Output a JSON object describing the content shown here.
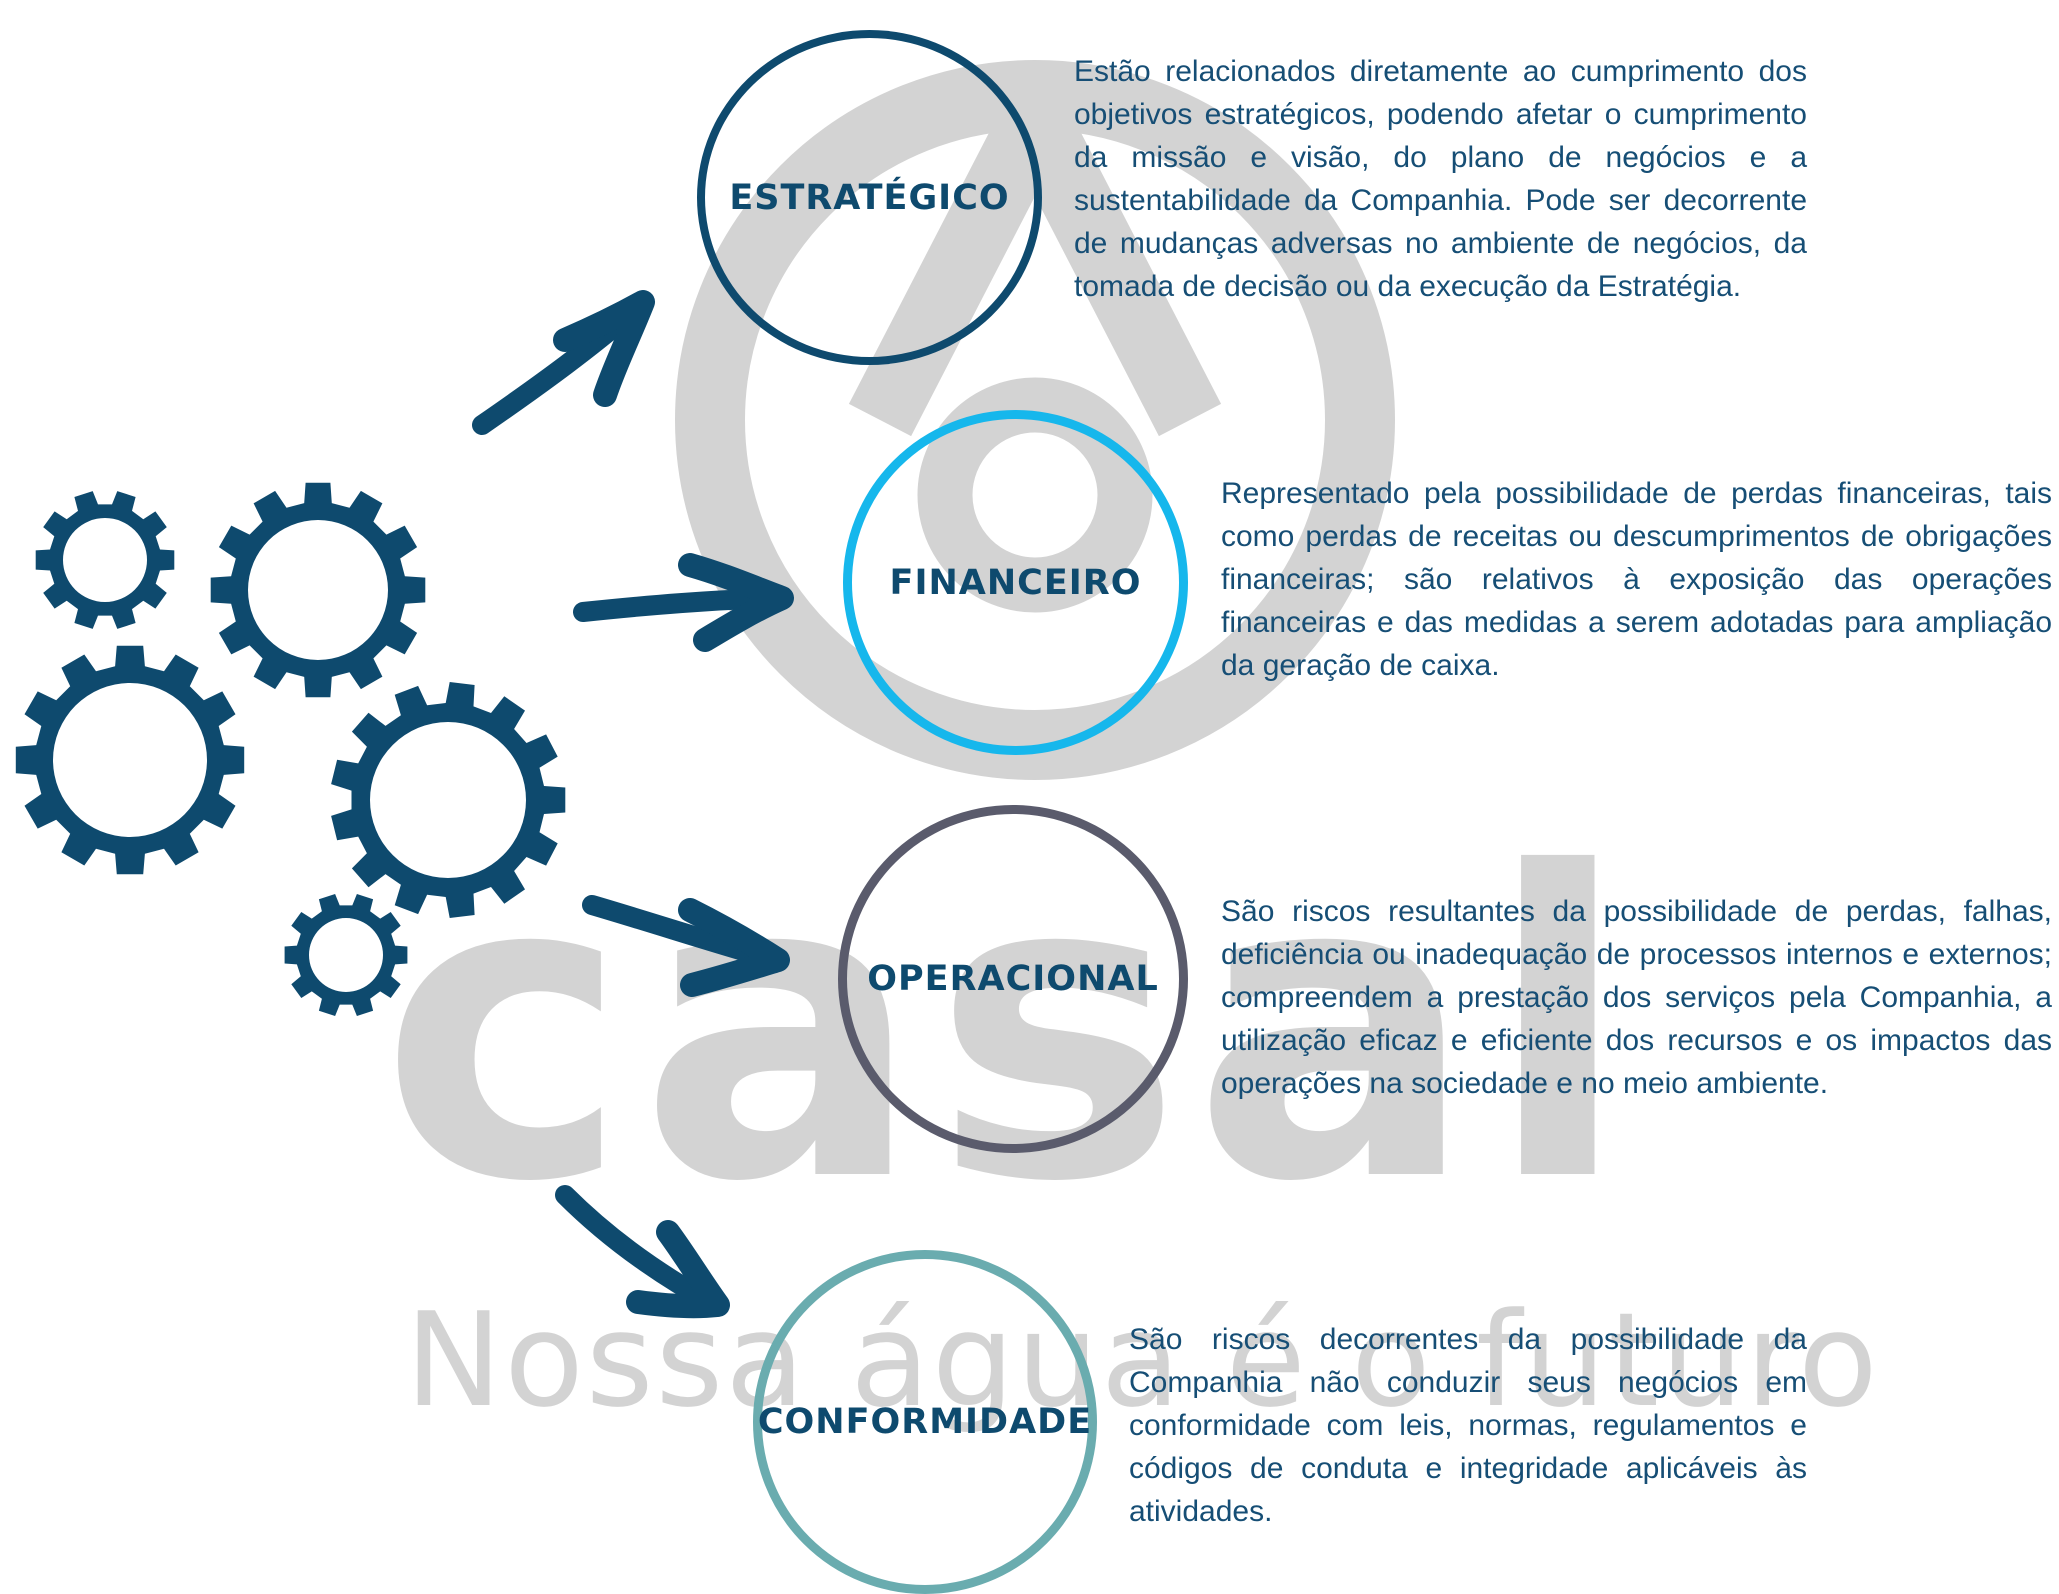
{
  "colors": {
    "dark_blue": "#0e4a6e",
    "light_blue": "#16b7ec",
    "slate": "#5a5b6c",
    "teal": "#6aacaf",
    "watermark": "#d3d3d3",
    "text": "#164e75"
  },
  "watermark": {
    "brand": "casal",
    "slogan": "Nossa água é o futuro"
  },
  "categories": [
    {
      "label": "ESTRATÉGICO",
      "description": "Estão relacionados diretamente ao cumprimento dos objetivos estratégicos, podendo afetar o cumprimento da missão e visão, do plano de negócios e a sustentabilidade da Companhia. Pode ser decorrente de mudanças adversas no ambiente de negócios, da tomada de decisão ou da execução da Estratégia."
    },
    {
      "label": "FINANCEIRO",
      "description": "Representado pela possibilidade de perdas financeiras, tais como perdas de receitas ou descumprimentos de obrigações financeiras; são relativos à exposição das operações financeiras e das medidas a serem adotadas para ampliação da geração de caixa."
    },
    {
      "label": "OPERACIONAL",
      "description": "São riscos resultantes da possibilidade de perdas, falhas, deficiência ou inadequação de processos internos e externos; compreendem a prestação dos serviços pela Companhia, a utilização eficaz e eficiente dos recursos e os impactos das operações na sociedade e no meio ambiente."
    },
    {
      "label": "CONFORMIDADE",
      "description": "São riscos decorrentes da possibilidade da Companhia não conduzir seus negócios em conformidade com leis, normas, regulamentos e códigos de conduta e integridade aplicáveis às atividades."
    }
  ],
  "icons": {
    "gears": "gears-icon",
    "arrow": "arrow-icon"
  }
}
